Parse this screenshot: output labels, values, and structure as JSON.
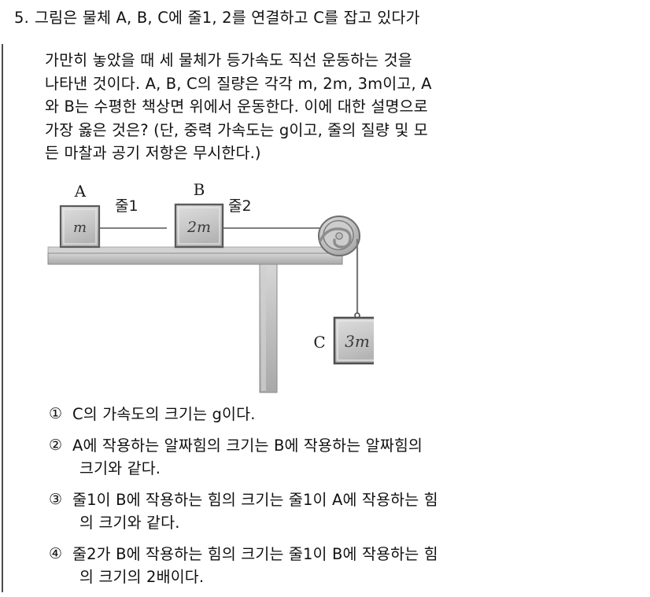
{
  "question": {
    "number": "5.",
    "line1": "그림은 물체 A, B, C에 줄1, 2를 연결하고 C를 잡고 있다가",
    "body": [
      "가만히 놓았을 때 세 물체가 등가속도 직선 운동하는 것을",
      "나타낸 것이다. A, B, C의 질량은 각각 m, 2m, 3m이고, A",
      "와 B는 수평한 책상면 위에서 운동한다. 이에 대한 설명으로",
      "가장 옳은 것은? (단, 중력 가속도는 g이고, 줄의 질량 및 모",
      "든 마찰과 공기 저항은 무시한다.)"
    ]
  },
  "figure": {
    "label_a": "A",
    "label_b": "B",
    "label_c": "C",
    "mass_a": "m",
    "mass_b": "2m",
    "mass_c": "3m",
    "string1": "줄1",
    "string2": "줄2",
    "colors": {
      "block_fill": "#c8c8c8",
      "block_edge": "#5a5a5a",
      "table_fill": "#bdbdbd",
      "table_edge": "#8a8a8a",
      "pulley_fill": "#c0c0c0",
      "pulley_edge": "#6e6e6e",
      "string": "#555555"
    }
  },
  "choices": [
    {
      "marker": "①",
      "lines": [
        "C의 가속도의 크기는 g이다."
      ]
    },
    {
      "marker": "②",
      "lines": [
        "A에 작용하는 알짜힘의 크기는 B에 작용하는 알짜힘의",
        "크기와 같다."
      ]
    },
    {
      "marker": "③",
      "lines": [
        "줄1이 B에 작용하는 힘의 크기는 줄1이 A에 작용하는 힘",
        "의 크기와 같다."
      ]
    },
    {
      "marker": "④",
      "lines": [
        "줄2가 B에 작용하는 힘의 크기는 줄1이 B에 작용하는 힘",
        "의 크기의 2배이다."
      ]
    }
  ]
}
